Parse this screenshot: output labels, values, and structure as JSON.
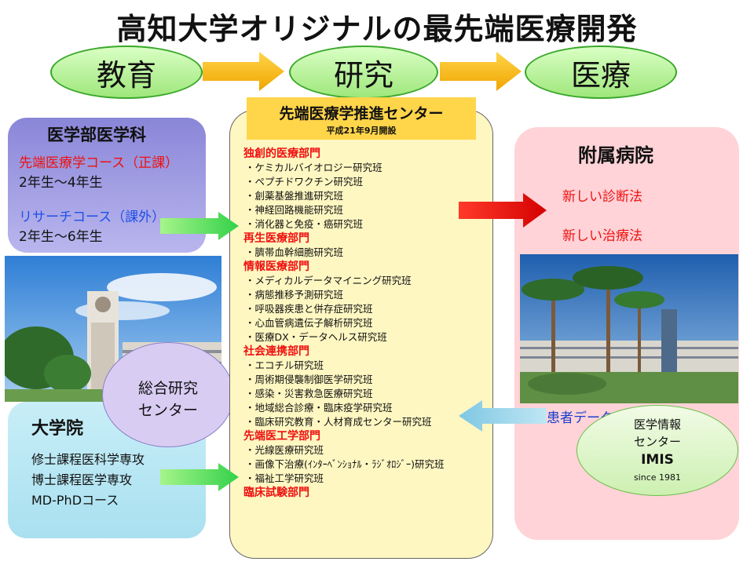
{
  "title": "高知大学オリジナルの最先端医療開発",
  "flow": [
    "教育",
    "研究",
    "医療"
  ],
  "center": {
    "name": "先端医療学推進センター",
    "opened": "平成21年9月開設",
    "departments": [
      {
        "name": "独創的医療部門",
        "labs": [
          "・ケミカルバイオロジー研究班",
          "・ペプチドワクチン研究班",
          "・創薬基盤推進研究班",
          "・神経回路機能研究班",
          "・消化器と免疫・癌研究班"
        ]
      },
      {
        "name": "再生医療部門",
        "labs": [
          "・臍帯血幹細胞研究班"
        ]
      },
      {
        "name": "情報医療部門",
        "labs": [
          "・メディカルデータマイニング研究班",
          "・病態推移予測研究班",
          "・呼吸器疾患と併存症研究班",
          "・心血管病遺伝子解析研究班",
          "・医療DX・データヘルス研究班"
        ]
      },
      {
        "name": "社会連携部門",
        "labs": [
          "・エコチル研究班",
          "・周術期侵襲制御医学研究班",
          "・感染・災害救急医療研究班",
          "・地域総合診療・臨床疫学研究班",
          "・臨床研究教育・人材育成センター研究班"
        ]
      },
      {
        "name": "先端医工学部門",
        "labs": [
          "・光線医療研究班",
          "・画像下治療(ｲﾝﾀｰﾍﾞﾝｼｮﾅﾙ・ﾗｼﾞｵﾛｼﾞｰ)研究班",
          "・福祉工学研究班"
        ]
      },
      {
        "name": "臨床試験部門",
        "labs": []
      }
    ]
  },
  "medical_school": {
    "title": "医学部医学科",
    "course1": "先端医療学コース（正課）",
    "years1": "2年生～4年生",
    "course2": "リサーチコース（課外）",
    "years2": "2年生～6年生"
  },
  "research_center": {
    "line1": "総合研究",
    "line2": "センター"
  },
  "graduate": {
    "title": "大学院",
    "items": [
      "修士課程医科学専攻",
      "博士課程医学専攻",
      "MD-PhDコース"
    ]
  },
  "hospital": {
    "title": "附属病院",
    "item1": "新しい診断法",
    "item2": "新しい治療法",
    "patient_data": "患者データ"
  },
  "imis": {
    "line1": "医学情報",
    "line2": "センター",
    "name": "IMIS",
    "since": "since 1981"
  },
  "colors": {
    "green_oval": "#9fe77c",
    "yellow_arrow": "#f5b800",
    "center_bg": "#fff7c2",
    "dept_red": "#e11111",
    "med_box": "#8a86d8",
    "grad_box": "#a9e0f0",
    "hospital_box": "#ffd3d7"
  }
}
